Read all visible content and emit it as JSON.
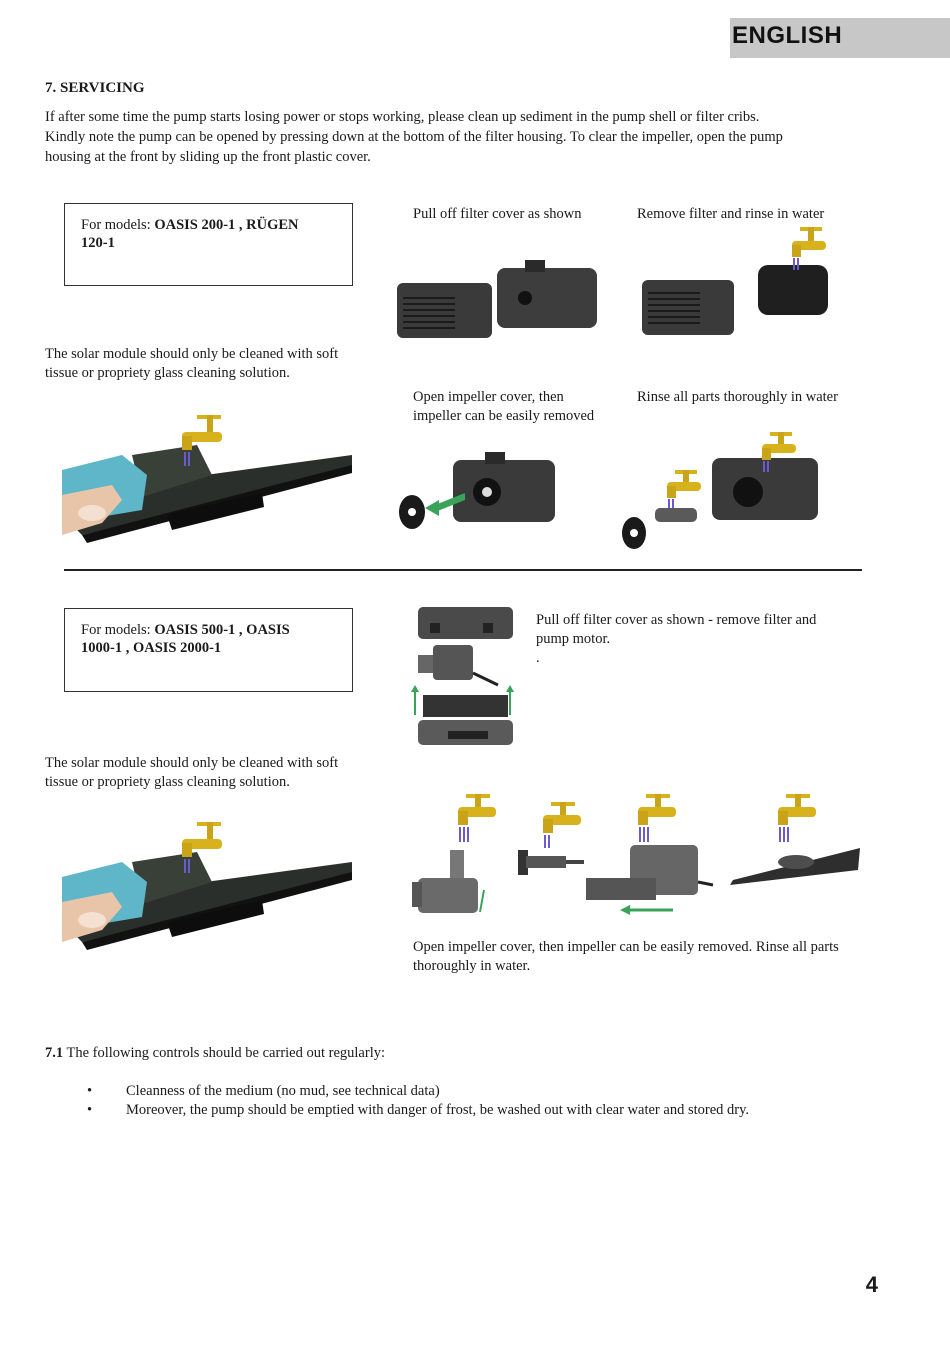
{
  "header": {
    "language": "ENGLISH"
  },
  "section": {
    "title": "7. SERVICING",
    "intro_lines": [
      "If after some time the pump starts losing power or stops working, please clean up sediment in the pump shell or filter cribs.",
      "Kindly note the pump can be opened by pressing down at the bottom of the filter housing. To clear the impeller, open the pump",
      "housing at the front by sliding up the front plastic cover."
    ]
  },
  "group1": {
    "models_prefix": "For models: ",
    "models_bold_1": "OASIS 200-1 ,  RÜGEN",
    "models_bold_2": "120-1",
    "solar_note_1": "The solar module should only be cleaned with soft",
    "solar_note_2": "tissue or propriety glass cleaning solution.",
    "step1": "Pull off filter cover as shown",
    "step2": "Remove filter and rinse in water",
    "step3_1": "Open impeller cover, then",
    "step3_2": "impeller can be easily removed",
    "step4": "Rinse all parts thoroughly in water"
  },
  "group2": {
    "models_prefix": "For models: ",
    "models_bold_1": "OASIS 500-1 ,  OASIS",
    "models_bold_2": "1000-1 , OASIS 2000-1",
    "solar_note_1": "The solar module should only be cleaned with soft",
    "solar_note_2": "tissue or propriety glass cleaning solution.",
    "step1_1": "Pull off filter cover as shown -  remove filter and",
    "step1_2": "pump motor.",
    "step1_3": ".",
    "step2_1": "Open impeller cover, then impeller can be easily removed.  Rinse all parts",
    "step2_2": "thoroughly in water."
  },
  "controls": {
    "heading_num": "7.1",
    "heading_text": " The following controls should be carried out regularly:",
    "bullet_symbol": "•",
    "items": [
      "Cleanness of the medium (no mud, see technical data)",
      "Moreover, the pump should be emptied with danger of frost, be washed out with clear water and stored dry."
    ]
  },
  "footer": {
    "page_number": "4"
  },
  "colors": {
    "tab_gray": "#c7c7c7",
    "faucet": "#d8b21c",
    "pump": "#3a3a3a",
    "sponge": "#5fb6c8",
    "arrow": "#3aa35a"
  }
}
